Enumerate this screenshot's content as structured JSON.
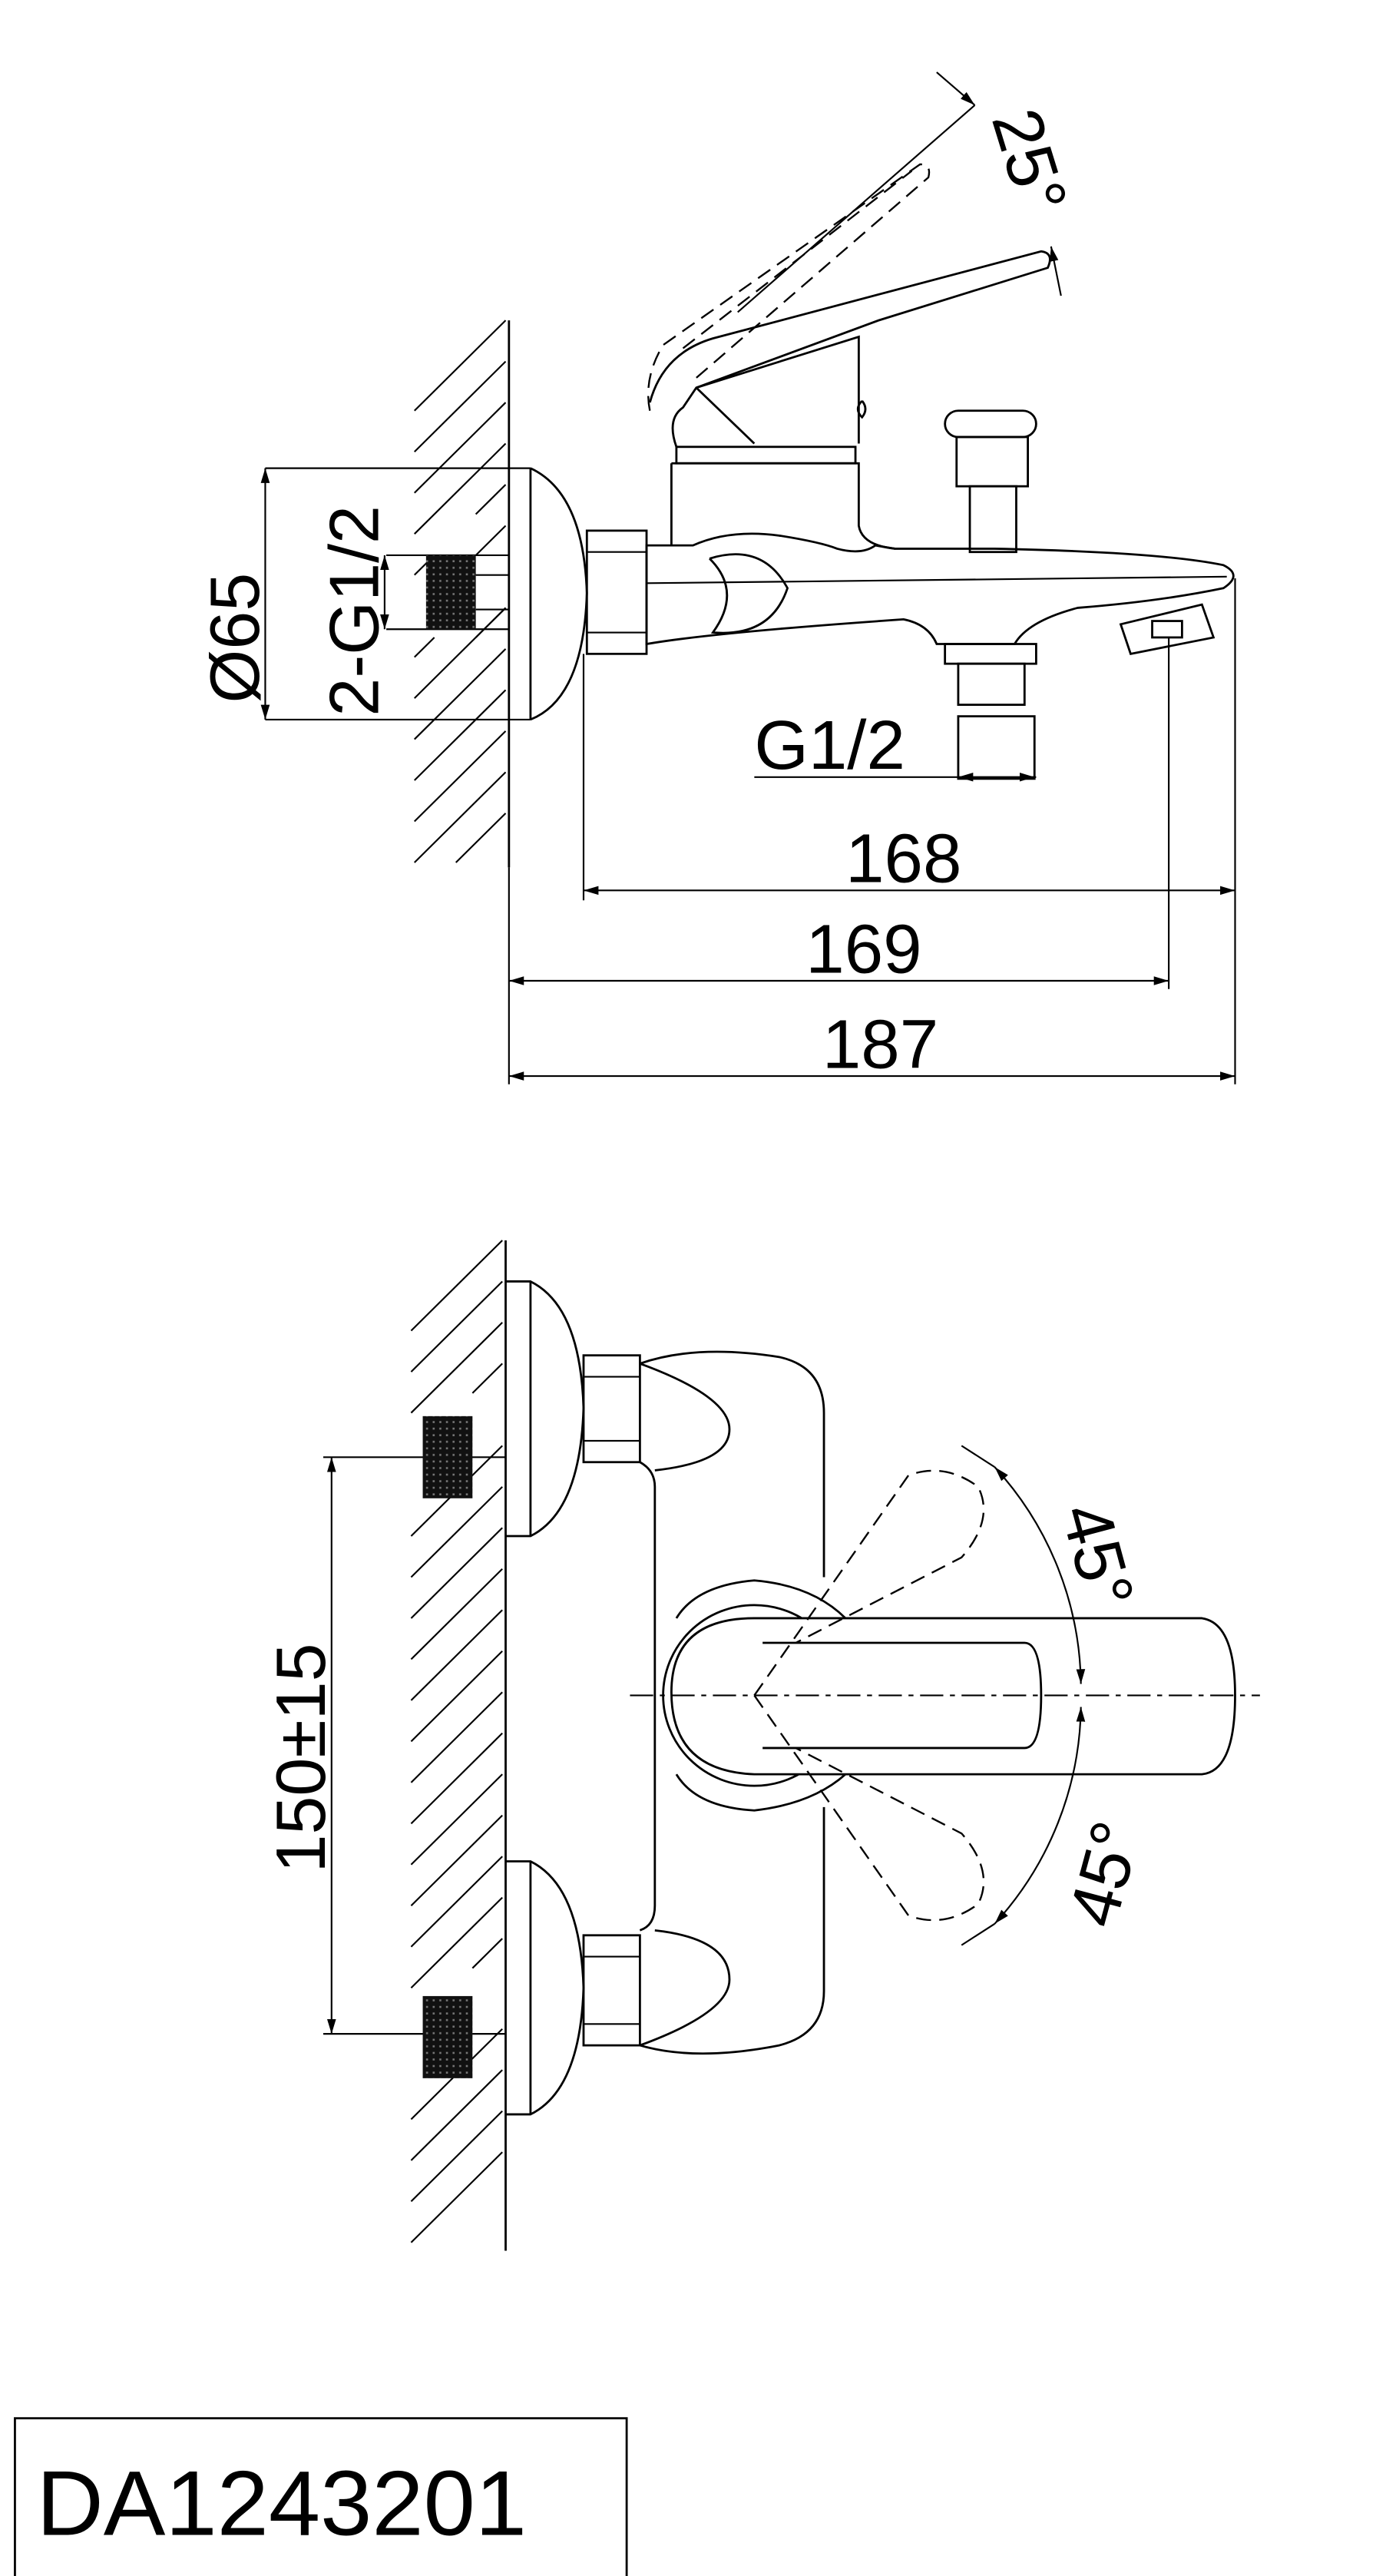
{
  "side_view": {
    "lever_angle": "25°",
    "flange_diameter": "Ø65",
    "inlet_thread": "2-G1/2",
    "outlet_thread": "G1/2",
    "dim_spout": "168",
    "dim_outlet": "169",
    "dim_total": "187"
  },
  "top_view": {
    "centre_distance": "150±15",
    "angle_up": "45°",
    "angle_down": "45°"
  },
  "title_block": {
    "model": "DA1243201"
  }
}
